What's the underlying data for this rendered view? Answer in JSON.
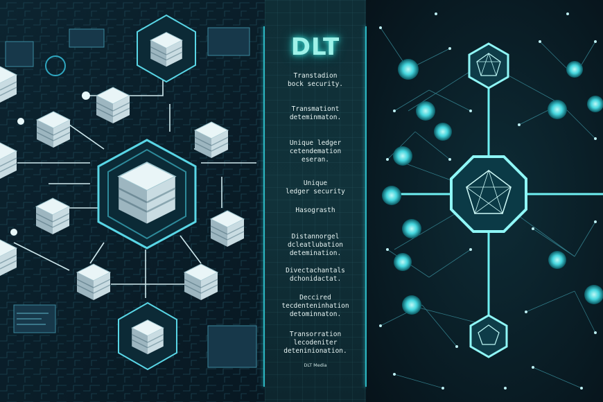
{
  "title": "DLT",
  "blocks": [
    {
      "lines": [
        "Transtadion",
        "bock security."
      ]
    },
    {
      "lines": [
        "Transmationt",
        "deteminmaton."
      ]
    },
    {
      "lines": [
        "Unique ledger",
        "cetendemation",
        "eseran."
      ]
    },
    {
      "lines": [
        "Unique",
        "ledger security"
      ]
    },
    {
      "lines": [
        "Hasograsth"
      ]
    },
    {
      "lines": [
        "Distannorgel",
        "dcleatlubation",
        "detemination."
      ]
    },
    {
      "lines": [
        "Divectachantals",
        "dchonidactat."
      ]
    },
    {
      "lines": [
        "Deccired",
        "tecdenteninhation",
        "detominnaton."
      ]
    },
    {
      "lines": [
        "Transorration",
        "lecodeniter",
        "deteninionation."
      ]
    }
  ],
  "credit": "DLT Media",
  "colors": {
    "accent": "#38d9d0",
    "background": "#07141c",
    "panel": "#11323a",
    "glow": "#7ff3f0"
  },
  "icons": [
    "server-block-icon",
    "network-node-icon",
    "hexagon-hub-icon"
  ]
}
